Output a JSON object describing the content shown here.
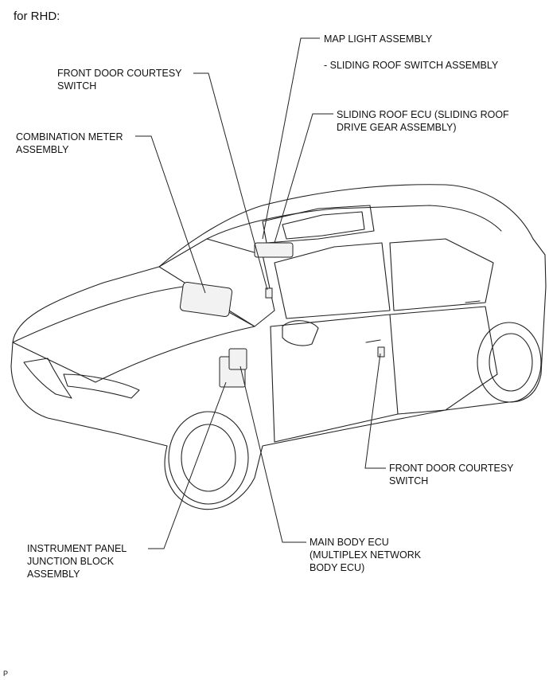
{
  "header": "for RHD:",
  "labels": {
    "map_light": "MAP LIGHT ASSEMBLY",
    "sliding_roof_switch": "- SLIDING ROOF SWITCH ASSEMBLY",
    "sliding_roof_ecu": "SLIDING ROOF ECU (SLIDING ROOF\nDRIVE GEAR ASSEMBLY)",
    "front_door_courtesy_top": "FRONT DOOR COURTESY\nSWITCH",
    "combination_meter": "COMBINATION METER\nASSEMBLY",
    "front_door_courtesy_bottom": "FRONT DOOR COURTESY\nSWITCH",
    "instrument_panel": "INSTRUMENT PANEL\nJUNCTION BLOCK\nASSEMBLY",
    "main_body_ecu": "MAIN BODY ECU\n(MULTIPLEX NETWORK\nBODY ECU)"
  },
  "figure_code": "P"
}
